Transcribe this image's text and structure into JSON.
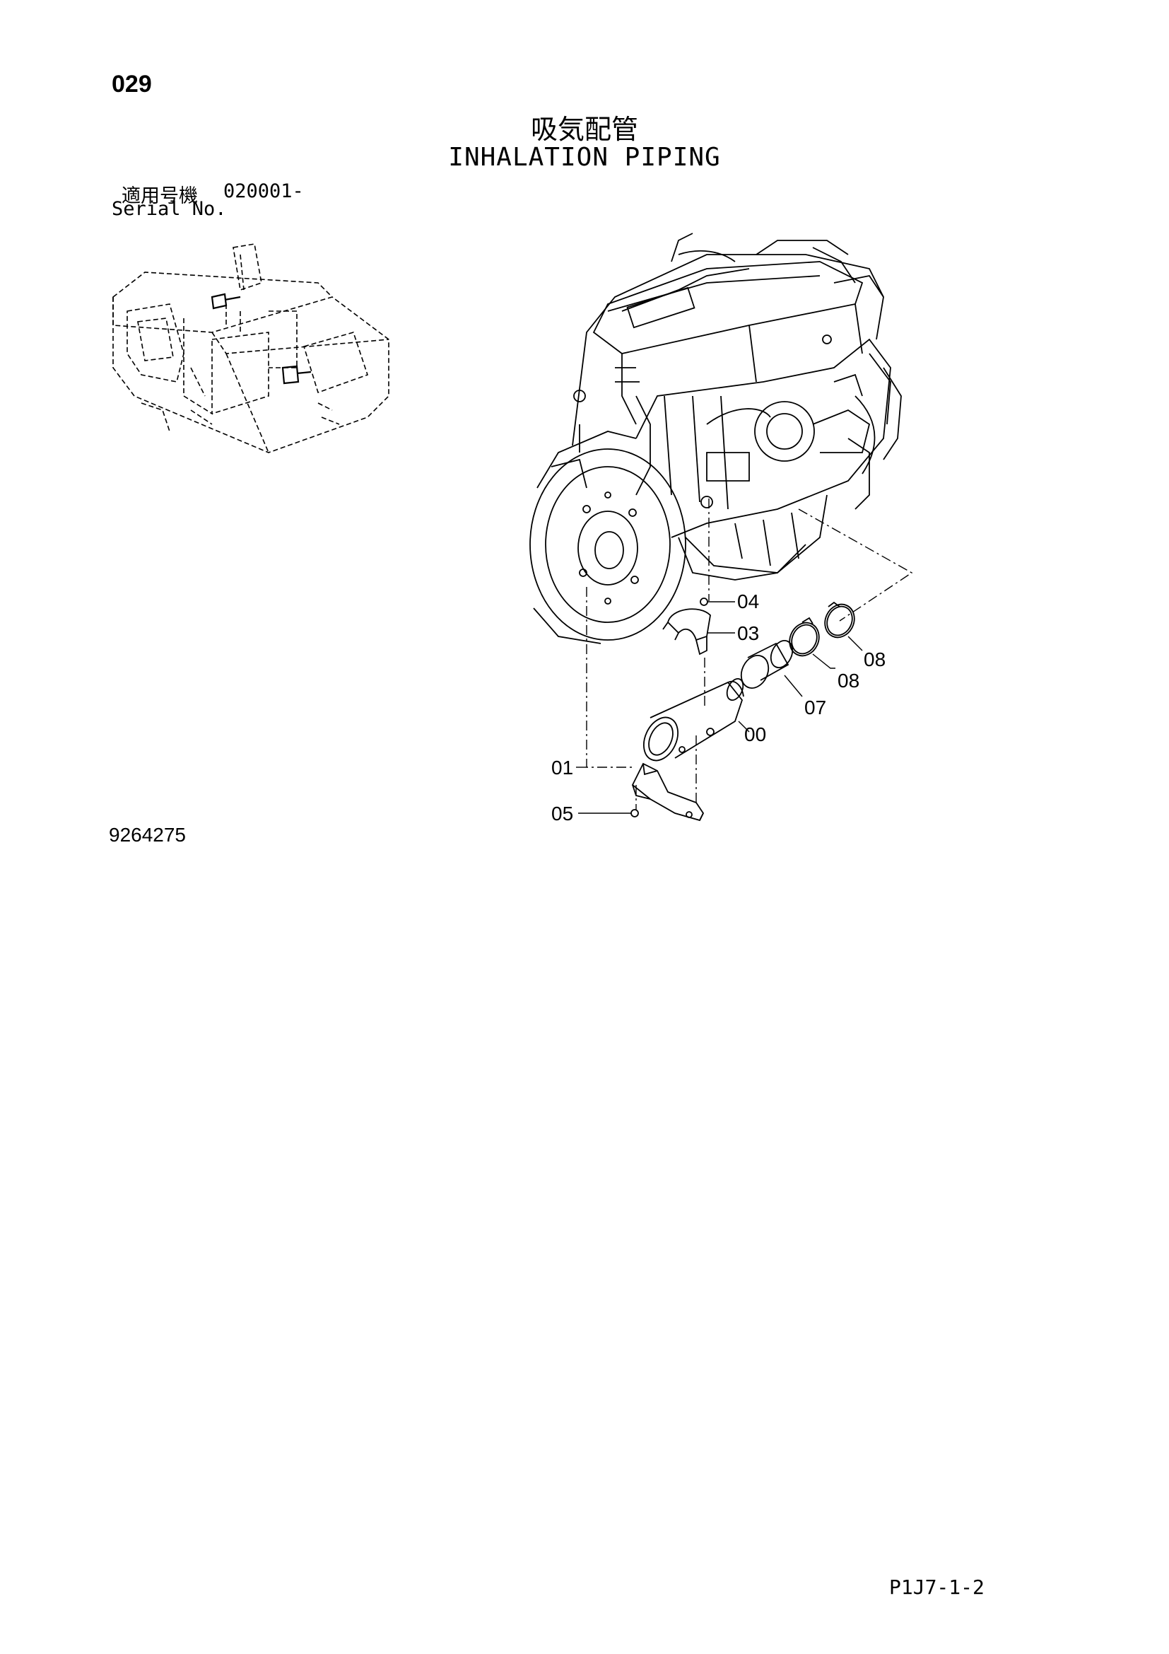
{
  "page_number": "029",
  "title_jp": "吸気配管",
  "title_en": "INHALATION PIPING",
  "serial": {
    "label_jp": "適用号機",
    "label_en": "Serial No.",
    "value": "020001-"
  },
  "drawing_number": "9264275",
  "page_code": "P1J7-1-2",
  "callouts": [
    {
      "id": "04",
      "label": "04"
    },
    {
      "id": "03",
      "label": "03"
    },
    {
      "id": "08a",
      "label": "08"
    },
    {
      "id": "08b",
      "label": "08"
    },
    {
      "id": "07",
      "label": "07"
    },
    {
      "id": "00",
      "label": "00"
    },
    {
      "id": "01",
      "label": "01"
    },
    {
      "id": "05",
      "label": "05"
    }
  ]
}
